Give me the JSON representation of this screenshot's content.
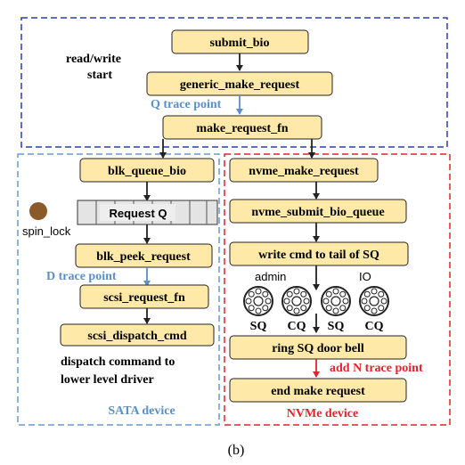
{
  "colors": {
    "top_region_border": "#2b3fa8",
    "sata_region_border": "#6a9acb",
    "nvme_region_border": "#e0242b",
    "node_fill": "#ffe9a8",
    "blue_text": "#5b8fc7",
    "red_text": "#e0242b",
    "spin_lock_dot": "#8b5a2b"
  },
  "top": {
    "start_line1": "read/write",
    "start_line2": "start",
    "submit_bio": "submit_bio",
    "generic_make_request": "generic_make_request",
    "q_trace_point": "Q trace point",
    "make_request_fn": "make_request_fn"
  },
  "sata": {
    "blk_queue_bio": "blk_queue_bio",
    "request_q": "Request Q",
    "spin_lock": "spin_lock",
    "blk_peek_request": "blk_peek_request",
    "d_trace_point": "D trace point",
    "scsi_request_fn": "scsi_request_fn",
    "scsi_dispatch_cmd": "scsi_dispatch_cmd",
    "dispatch_line1": "dispatch command to",
    "dispatch_line2": "lower level driver",
    "region_label": "SATA device"
  },
  "nvme": {
    "nvme_make_request": "nvme_make_request",
    "nvme_submit_bio_queue": "nvme_submit_bio_queue",
    "write_cmd": "write cmd to tail of SQ",
    "admin": "admin",
    "io": "IO",
    "queues": [
      "SQ",
      "CQ",
      "SQ",
      "CQ"
    ],
    "ring_sq_door_bell": "ring SQ door bell",
    "add_n_trace_point": "add N trace point",
    "end_make_request": "end make request",
    "region_label": "NVMe device"
  },
  "caption": "(b)"
}
